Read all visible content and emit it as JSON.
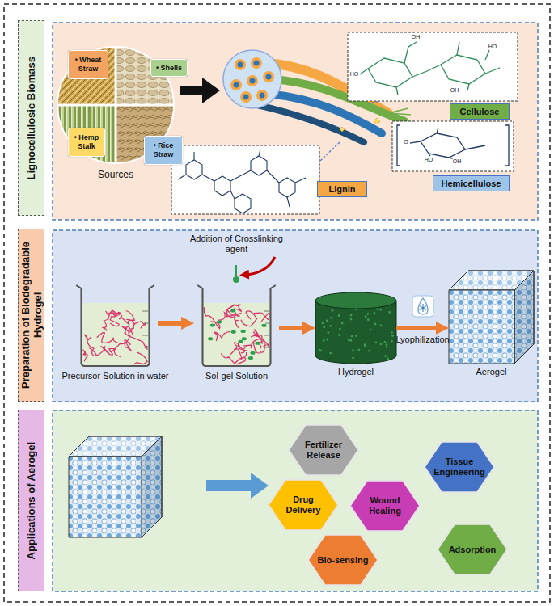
{
  "diagram": {
    "nodes": [
      {
        "text": [
          "Lignocellulosic Biomass"
        ]
      },
      {
        "text": [
          "• Wheat Straw"
        ]
      },
      {
        "text": [
          "• Shells"
        ]
      },
      {
        "text": [
          "• Hemp Stalk"
        ]
      },
      {
        "text": [
          "• Rice Straw"
        ]
      },
      {
        "text": [
          "Cellulose"
        ]
      },
      {
        "text": [
          "Hemicellulose"
        ]
      },
      {
        "text": [
          "Lignin"
        ]
      },
      {
        "text": [
          "Preparation of Biodegradable Hydrogel"
        ]
      },
      {
        "text": [
          "Precursor Solution in water"
        ]
      },
      {
        "text": [
          "Sol-gel Solution"
        ]
      },
      {
        "text": [
          "Hydrogel"
        ]
      },
      {
        "text": [
          "Aerogel"
        ]
      },
      {
        "text": [
          "Applications of Aerogel"
        ]
      },
      {
        "text": [
          "Fertilizer Release"
        ]
      },
      {
        "text": [
          "Tissue Engineering"
        ]
      },
      {
        "text": [
          "Drug Delivery"
        ]
      },
      {
        "text": [
          "Wound Healing"
        ]
      },
      {
        "text": [
          "Bio-sensing"
        ]
      },
      {
        "text": [
          "Adsorption"
        ]
      }
    ],
    "edges": [
      {
        "from": 9,
        "to": 10,
        "arrow": "to"
      },
      {
        "from": 10,
        "to": 11,
        "arrow": "to"
      },
      {
        "from": 11,
        "to": 12,
        "label": "Lyophilization",
        "arrow": "to"
      }
    ],
    "labels": [
      "Sources",
      "Addition of Crosslinking agent",
      "OH",
      "HO",
      "OH",
      "HO",
      "O",
      "HO",
      "OH"
    ]
  }
}
